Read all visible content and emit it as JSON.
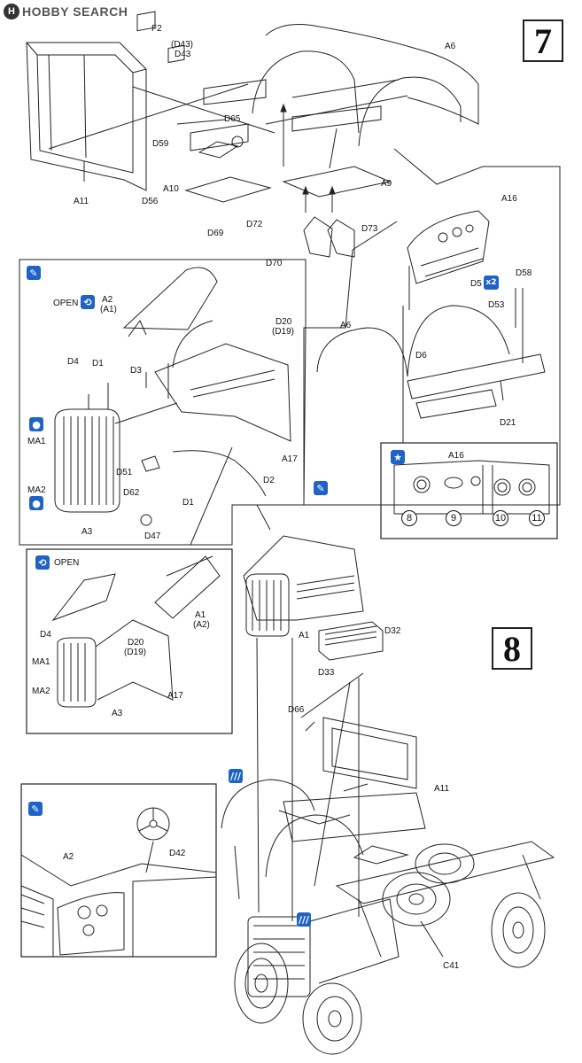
{
  "watermark": {
    "logo_text": "H",
    "site": "HOBBY SEARCH"
  },
  "steps": {
    "step7": "7",
    "step8": "8"
  },
  "step7_labels": {
    "F2": "F2",
    "D43a": "(D43)",
    "D43b": "D43",
    "A6": "A6",
    "D65": "D65",
    "D59": "D59",
    "A10": "A10",
    "A9": "A9",
    "D56": "D56",
    "A11": "A11",
    "D72": "D72",
    "D69": "D69",
    "D73": "D73",
    "D70": "D70"
  },
  "detail_left": {
    "open_label": "OPEN",
    "labels": {
      "A2": "A2",
      "A1p": "(A1)",
      "D20": "D20",
      "D19p": "(D19)",
      "D4": "D4",
      "D1a": "D1",
      "D3": "D3",
      "MA1": "MA1",
      "MA2": "MA2",
      "D51": "D51",
      "D62": "D62",
      "D1b": "D1",
      "A17": "A17",
      "D2": "D2",
      "A3": "A3",
      "D47": "D47"
    }
  },
  "detail_right": {
    "labels": {
      "A16": "A16",
      "D5": "D5",
      "x2": "x2",
      "D58": "D58",
      "D53": "D53",
      "A6": "A6",
      "D6": "D6",
      "D21": "D21"
    },
    "inset": {
      "A16": "A16",
      "numbers": [
        "8",
        "9",
        "10",
        "11"
      ]
    }
  },
  "open_inset": {
    "open_label": "OPEN",
    "labels": {
      "A1": "A1",
      "A2p": "(A2)",
      "D4": "D4",
      "D20": "D20",
      "D19p": "(D19)",
      "MA1": "MA1",
      "MA2": "MA2",
      "A3": "A3",
      "A17": "A17"
    }
  },
  "step8_labels": {
    "A1": "A1",
    "D32": "D32",
    "D33": "D33",
    "D66": "D66",
    "A11": "A11",
    "C41": "C41"
  },
  "cab_inset": {
    "labels": {
      "A2": "A2",
      "D42": "D42"
    }
  }
}
